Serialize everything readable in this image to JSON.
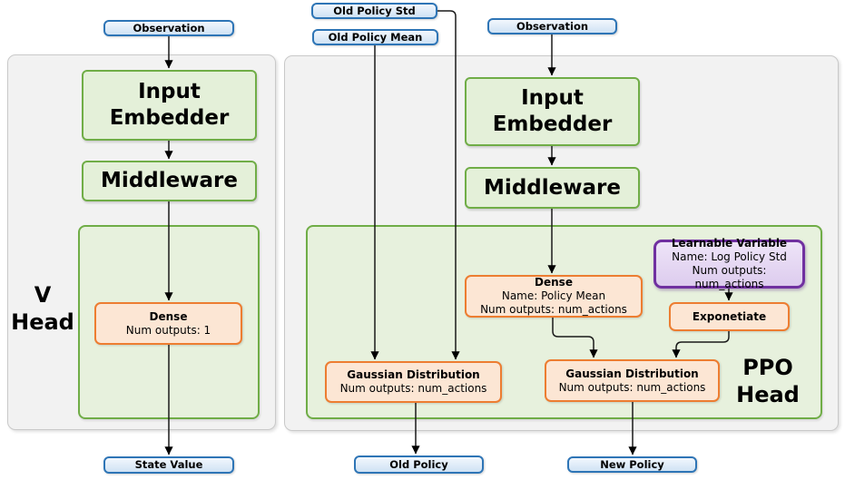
{
  "colors": {
    "blue_border": "#2e75b6",
    "blue_fill": "#d9e8f8",
    "green_border": "#70ad47",
    "green_fill": "#e4f0d9",
    "orange_border": "#ed7d31",
    "orange_fill": "#fce6d4",
    "purple_border": "#7030a0",
    "purple_fill": "#e3d4f0",
    "panel_fill": "#f2f2f2",
    "wire": "#000000"
  },
  "v_head": {
    "label_line1": "V",
    "label_line2": "Head",
    "observation": "Observation",
    "input_embedder": "Input Embedder",
    "middleware": "Middleware",
    "dense": {
      "title": "Dense",
      "outputs_line": "Num outputs: 1"
    },
    "state_value": "State Value"
  },
  "ppo_head": {
    "label_line1": "PPO",
    "label_line2": "Head",
    "old_policy_std": "Old Policy Std",
    "old_policy_mean": "Old Policy Mean",
    "observation": "Observation",
    "input_embedder": "Input Embedder",
    "middleware": "Middleware",
    "dense": {
      "title": "Dense",
      "name_line": "Name: Policy Mean",
      "outputs_line": "Num outputs: num_actions"
    },
    "learnable_variable": {
      "title": "Learnable Variable",
      "name_line": "Name: Log Policy Std",
      "outputs_line": "Num outputs: num_actions"
    },
    "exponetiate": "Exponetiate",
    "gaussian_old": {
      "title": "Gaussian Distribution",
      "outputs_line": "Num outputs: num_actions"
    },
    "gaussian_new": {
      "title": "Gaussian Distribution",
      "outputs_line": "Num outputs: num_actions"
    },
    "old_policy": "Old Policy",
    "new_policy": "New Policy"
  }
}
